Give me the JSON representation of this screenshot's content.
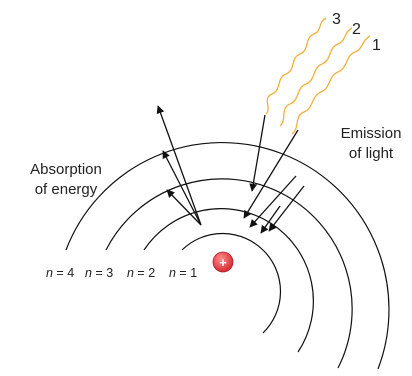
{
  "labels": {
    "absorption_line1": "Absorption",
    "absorption_line2": "of energy",
    "emission_line1": "Emission",
    "emission_line2": "of light"
  },
  "levels": [
    {
      "n_symbol": "n",
      "eq": " = ",
      "value": "4"
    },
    {
      "n_symbol": "n",
      "eq": " = ",
      "value": "3"
    },
    {
      "n_symbol": "n",
      "eq": " = ",
      "value": "2"
    },
    {
      "n_symbol": "n",
      "eq": " = ",
      "value": "1"
    }
  ],
  "photons": [
    "3",
    "2",
    "1"
  ],
  "nucleus": {
    "symbol": "+",
    "color": "#e0353d"
  },
  "colors": {
    "orbit": "#111111",
    "arrow": "#111111",
    "photon_wave": "#f2b13a"
  }
}
